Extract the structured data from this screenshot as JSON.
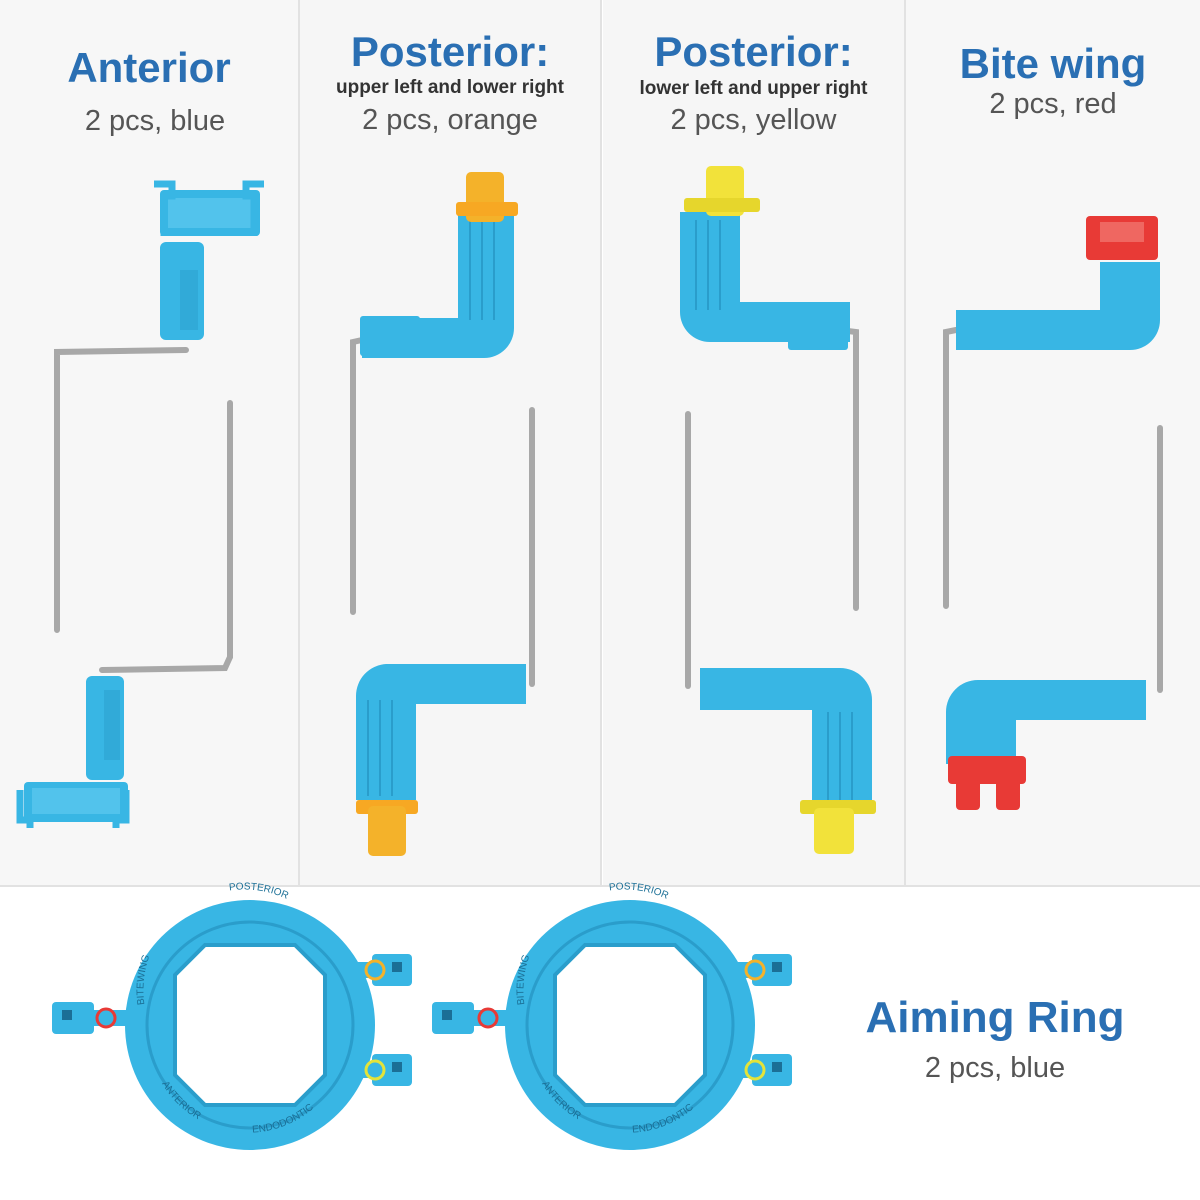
{
  "colors": {
    "heading": "#2a6fb3",
    "plastic_blue": "#38b6e4",
    "orange": "#f4b22a",
    "yellow": "#f2e23a",
    "red": "#e83a36",
    "metal": "#a8a8a8"
  },
  "columns": [
    {
      "title": "Anterior",
      "subtitle": "",
      "count": "2 pcs, blue"
    },
    {
      "title": "Posterior:",
      "subtitle": "upper left and lower right",
      "count": "2 pcs, orange"
    },
    {
      "title": "Posterior:",
      "subtitle": "lower left and upper right",
      "count": "2 pcs, yellow"
    },
    {
      "title": "Bite wing",
      "subtitle": "",
      "count": "2 pcs, red"
    }
  ],
  "aiming_ring": {
    "title": "Aiming Ring",
    "count": "2 pcs, blue",
    "ring_labels": [
      "POSTERIOR",
      "BITEWING",
      "ANTERIOR",
      "ENDODONTIC"
    ]
  }
}
